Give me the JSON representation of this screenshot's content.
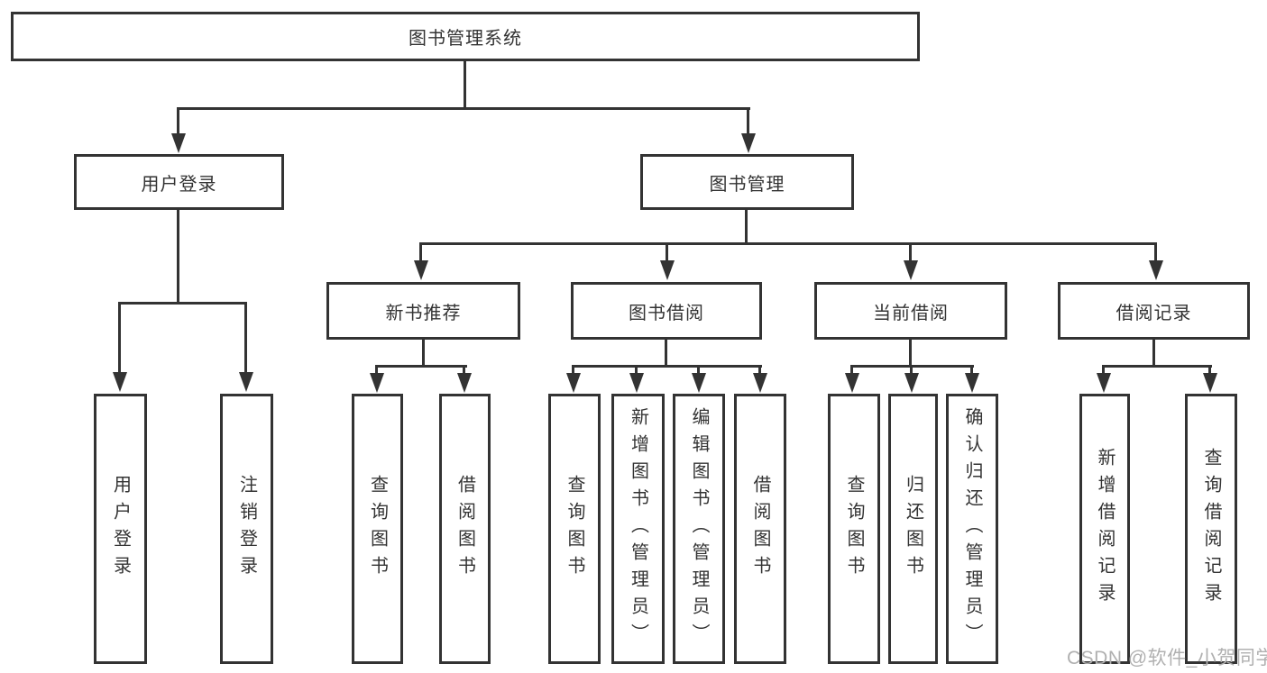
{
  "diagram_type": "feature-tree",
  "tree": {
    "label": "图书管理系统",
    "children": [
      {
        "label": "用户登录",
        "children": [
          {
            "label": "用户登录"
          },
          {
            "label": "注销登录"
          }
        ]
      },
      {
        "label": "图书管理",
        "children": [
          {
            "label": "新书推荐",
            "children": [
              {
                "label": "查询图书"
              },
              {
                "label": "借阅图书"
              }
            ]
          },
          {
            "label": "图书借阅",
            "children": [
              {
                "label": "查询图书"
              },
              {
                "label": "新增图书（管理员）"
              },
              {
                "label": "编辑图书（管理员）"
              },
              {
                "label": "借阅图书"
              }
            ]
          },
          {
            "label": "当前借阅",
            "children": [
              {
                "label": "查询图书"
              },
              {
                "label": "归还图书"
              },
              {
                "label": "确认归还（管理员）"
              }
            ]
          },
          {
            "label": "借阅记录",
            "children": [
              {
                "label": "新增借阅记录"
              },
              {
                "label": "查询借阅记录"
              }
            ]
          }
        ]
      }
    ]
  },
  "watermark": {
    "text": "CSDN @软件_小贺同学",
    "color": "#b0b0b0"
  },
  "colors": {
    "line": "#333333",
    "text": "#333333",
    "background": "#ffffff",
    "box_fill": "#ffffff"
  }
}
